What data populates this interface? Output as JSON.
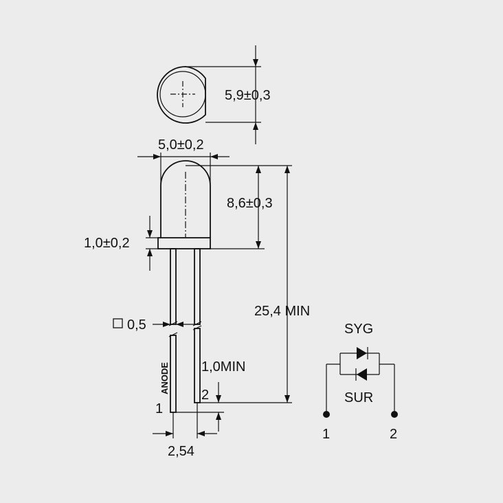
{
  "dimensions": {
    "head_diameter": "5,9±0,3",
    "body_diameter": "5,0±0,2",
    "body_height": "8,6±0,3",
    "flange_height": "1,0±0,2",
    "lead_square": "0,5",
    "lead_length": "25,4 MIN",
    "lead_offset": "1,0MIN",
    "pitch": "2,54"
  },
  "leads": {
    "anode_label": "ANODE",
    "pin1": "1",
    "pin2": "2"
  },
  "schematic": {
    "top_label": "SYG",
    "bottom_label": "SUR",
    "pin1": "1",
    "pin2": "2"
  }
}
